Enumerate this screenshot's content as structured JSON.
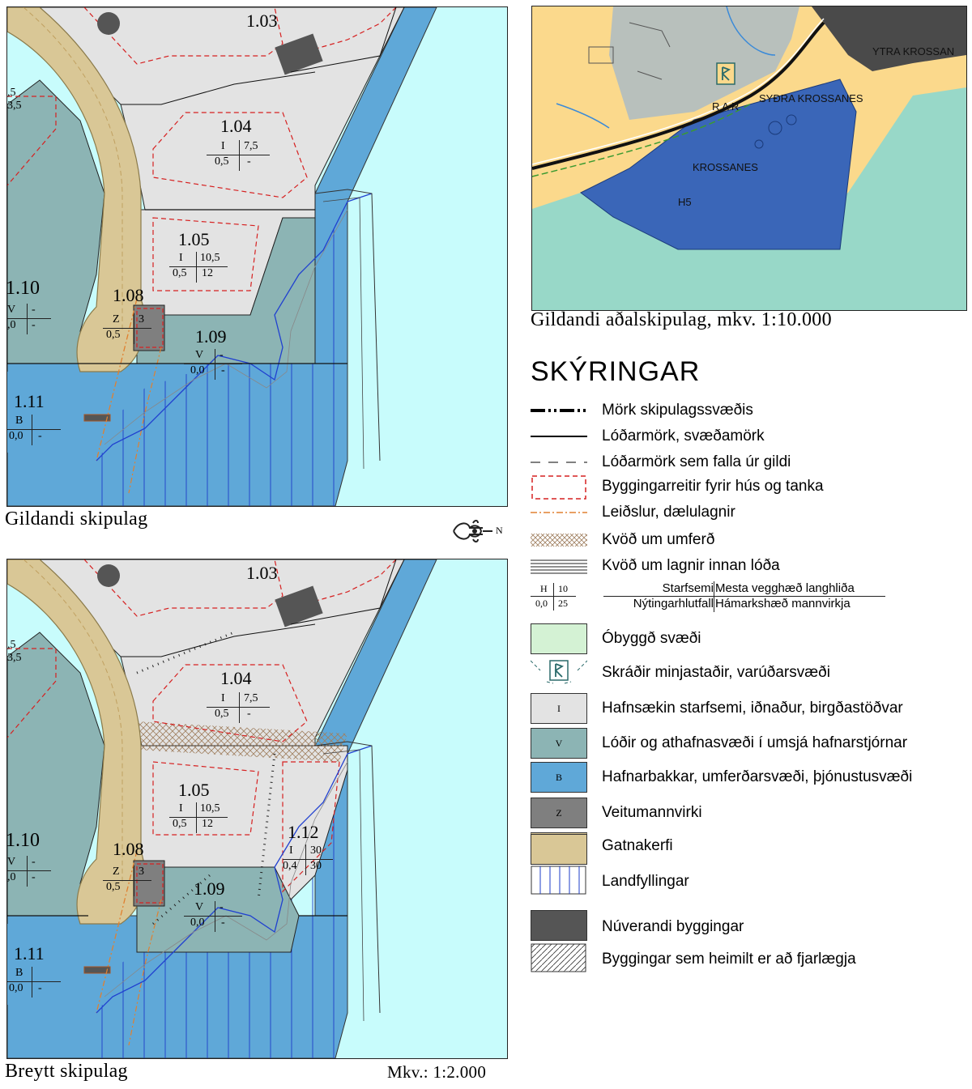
{
  "top_map": {
    "caption": "Gildandi skipulag",
    "plots": {
      "p103": {
        "id": "1.03"
      },
      "p104": {
        "id": "1.04",
        "use": "I",
        "h1": "7,5",
        "ratio": "0,5",
        "h2": "-"
      },
      "p105": {
        "id": "1.05",
        "use": "I",
        "h1": "10,5",
        "ratio": "0,5",
        "h2": "12"
      },
      "p108": {
        "id": "1.08",
        "use": "Z",
        "h1": "3",
        "ratio": "0,5"
      },
      "p109": {
        "id": "1.09",
        "use": "V",
        "h1": "-",
        "ratio": "0,0",
        "h2": "-"
      },
      "p110": {
        "id": "1.10",
        "use": "V",
        "h1": "-",
        "ratio": ",0",
        "h2": "-"
      },
      "p111": {
        "id": "1.11",
        "use": "B",
        "ratio": "0,0",
        "h2": "-"
      },
      "pleft": {
        "a": ",5",
        "b": "3,5"
      }
    }
  },
  "bottom_map": {
    "caption": "Breytt skipulag",
    "scale": "Mkv.: 1:2.000",
    "plots": {
      "p103": {
        "id": "1.03"
      },
      "p104": {
        "id": "1.04",
        "use": "I",
        "h1": "7,5",
        "ratio": "0,5",
        "h2": "-"
      },
      "p105": {
        "id": "1.05",
        "use": "I",
        "h1": "10,5",
        "ratio": "0,5",
        "h2": "12"
      },
      "p108": {
        "id": "1.08",
        "use": "Z",
        "h1": "3",
        "ratio": "0,5"
      },
      "p109": {
        "id": "1.09",
        "use": "V",
        "h1": "-",
        "ratio": "0,0",
        "h2": "-"
      },
      "p110": {
        "id": "1.10",
        "use": "V",
        "h1": "-",
        "ratio": ",0",
        "h2": "-"
      },
      "p111": {
        "id": "1.11",
        "use": "B",
        "ratio": "0,0",
        "h2": "-"
      },
      "p112": {
        "id": "1.12",
        "use": "I",
        "h1": "30",
        "ratio": "0,4",
        "h2": "30"
      },
      "pleft": {
        "a": ",5",
        "b": "3,5"
      }
    }
  },
  "north_arrow": {
    "label": "N"
  },
  "overview_map": {
    "caption": "Gildandi aðalskipulag, mkv. 1:10.000",
    "labels": {
      "ytra": "YTRA KROSSAN",
      "sydra": "SYÐRA KROSSANES",
      "krossanes": "KROSSANES",
      "h5": "H5",
      "ra": "R A  R"
    }
  },
  "legend": {
    "title": "SKÝRINGAR",
    "items": [
      {
        "key": "boundary",
        "text": "Mörk skipulagssvæðis"
      },
      {
        "key": "plot-line",
        "text": "Lóðarmörk, svæðamörk"
      },
      {
        "key": "plot-line-void",
        "text": "Lóðarmörk sem falla úr gildi"
      },
      {
        "key": "building-field",
        "text": "Byggingarreitir fyrir hús og tanka"
      },
      {
        "key": "pipelines",
        "text": "Leiðslur, dælulagnir"
      },
      {
        "key": "traffic-easement",
        "text": "Kvöð um umferð"
      },
      {
        "key": "pipe-easement",
        "text": "Kvöð um lagnir innan lóða"
      },
      {
        "key": "use-key",
        "text": ""
      },
      {
        "key": "unbuilt",
        "text": "Óbyggð svæði"
      },
      {
        "key": "heritage",
        "text": "Skráðir minjastaðir, varúðarsvæði"
      },
      {
        "key": "harbour-industry",
        "text": "Hafnsækin starfsemi, iðnaður, birgðastöðvar",
        "code": "I"
      },
      {
        "key": "harbour-lots",
        "text": "Lóðir og athafnasvæði í umsjá hafnarstjórnar",
        "code": "V"
      },
      {
        "key": "quays",
        "text": "Hafnarbakkar, umferðarsvæði, þjónustusvæði",
        "code": "B"
      },
      {
        "key": "utilities",
        "text": "Veitumannvirki",
        "code": "Z"
      },
      {
        "key": "streets",
        "text": "Gatnakerfi"
      },
      {
        "key": "landfill",
        "text": "Landfyllingar"
      },
      {
        "key": "existing-buildings",
        "text": "Núverandi byggingar"
      },
      {
        "key": "removable-buildings",
        "text": "Byggingar sem heimilt er að fjarlægja"
      }
    ],
    "use_key": {
      "sym_use": "H",
      "sym_h1": "10",
      "sym_ratio": "0,0",
      "sym_h2": "25",
      "t_use": "Starfsemi",
      "t_h1": "Mesta vegghæð langhliða",
      "t_ratio": "Nýtingarhlutfall",
      "t_h2": "Hámarkshæð mannvirkja"
    }
  },
  "colors": {
    "sea": "#c8fcfc",
    "industry": "#e3e3e3",
    "harbour_lots": "#8cb4b4",
    "quays": "#5fa8d8",
    "utilities": "#7f7f7f",
    "streets": "#d9c796",
    "building": "#555555",
    "unbuilt": "#d4f2d4",
    "field_red": "#d62020"
  }
}
